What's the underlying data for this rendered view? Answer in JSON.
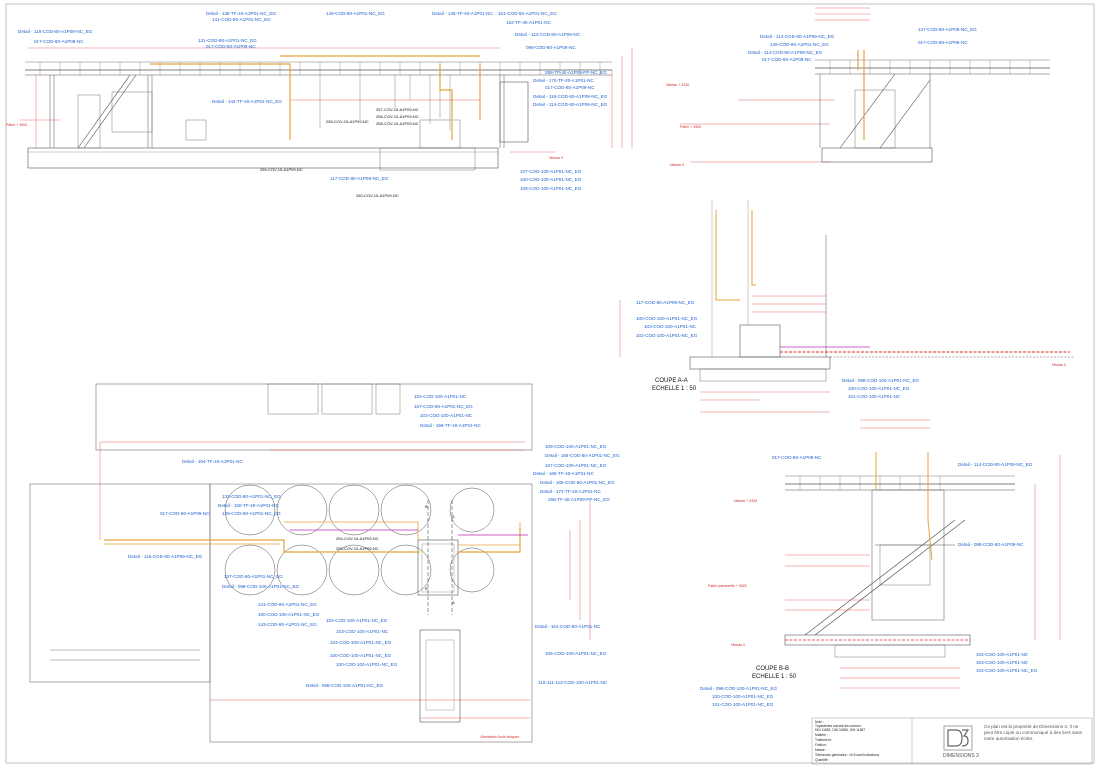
{
  "views": {
    "elevation_left": {
      "callouts_left": [
        "Detail - 118-COD-80-A1P09-NC_EG",
        "017-COD-80-A1P09-NC",
        "Detail - 138-TF-40-A1P01-NC_EG",
        "141-COD-80-A1P01-NC_EG",
        "131-COD-80-A1P01-NC_EG",
        "017-COD-80-A1P09-NC",
        "Detail - 142-TF-40-A1P01-NC_EG",
        "149-COD-80-A1P01-NC_EG"
      ],
      "callouts_top": [
        "Detail - 145-TF-40-A1P01-NC",
        "161-COD-80-A1P01-NC_EG",
        "162-TF-40-A1P01-NC",
        "Detail - 114-COD-80-A1P09-NC",
        "098-COD-80-A1P09-NC"
      ],
      "callouts_right": [
        "268-TF-40-A1P09-PP-NC_EG",
        "Detail - 170-TF-40-A1P01-NC",
        "017-COD-80-A1P09-NC",
        "Detail - 116-COD-80-A1P09-NC_EG",
        "Detail - 114-COD-80-A1P09-NC_EG"
      ],
      "callouts_bottom": [
        "117-COD-80-A1P09-NC_EG",
        "107-COD-100-A1P01-NC_EG",
        "100-COD-100-A1P01-NC_EG",
        "106-COD-100-A1P01-NC_EG"
      ],
      "pipe_tags": [
        "255-COV-15-A1P09-NC",
        "257-COV-15-A1P09-NC",
        "256-COV-15-A1P09-NC",
        "258-COV-15-A1P09-NC",
        "259-COV-15-A1P09-NC",
        "260-COV-15-A1P09-NC"
      ],
      "levels": [
        "Palier + 3500",
        "Niveau 0"
      ]
    },
    "elevation_right": {
      "callouts": [
        "Detail - 114-COD-80-A1P09-NC_EG",
        "149-COD-80-A1P01-NC_EG",
        "Detail - 114-COD-80-A1P09-NC_EG",
        "017-COD-80-A1P09-NC",
        "137-COD-80-A1P09-NC_EG",
        "017-COD-80-A1P09-NC"
      ],
      "levels": [
        "Niveau + 4330",
        "Palier + 3500",
        "Niveau 0"
      ]
    },
    "section_aa": {
      "title": "COUPE A-A",
      "scale": "ECHELLE 1 : 50",
      "callouts": [
        "117-COD-80-A1P09-NC_EG",
        "100-COD-100-A1P01-NC_EG",
        "103-COD-100-A1P01-NC",
        "102-COD-100-A1P01-NC_EG",
        "Detail - 098-COD-100-A1P01-NC_EG",
        "100-COD-100-A1P01-NC_EG",
        "101-COD-100-A1P01-NC"
      ],
      "levels": [
        "Niveau 0"
      ]
    },
    "section_bb": {
      "title": "COUPE B-B",
      "scale": "ECHELLE 1 : 50",
      "callouts": [
        "017-COD-80-A1P09-NC",
        "Detail - 114-COD-80-A1P09-NC_EG",
        "Detail - 098-COD-80-A1P09-NC",
        "102-COD-100-A1P01-NC",
        "103-COD-100-A1P01-NC",
        "104-COD-100-A1P01-NC_EG",
        "Detail - 098-COD-100-A1P01-NC_EG",
        "100-COD-100-A1P01-NC_EG",
        "101-COD-100-A1P01-NC_EG"
      ],
      "levels": [
        "Niveau + 4330",
        "Palier passerelle + 3825",
        "Niveau 0"
      ]
    },
    "plan": {
      "callouts_top": [
        "102-COD-100-A1P01-NC",
        "157-COD-80-A1P01-NC_EG",
        "103-COD-100-A1P01-NC",
        "Detail - 158-TF-40-A1P01-NC"
      ],
      "callouts_left": [
        "Detail - 164-TF-40-A1P01-NC",
        "133-COD-80-A1P01-NC_EG",
        "Detail - 150-TF-40-A1P01-NC",
        "149-COD-80-A1P01-NC_EG",
        "017-COD-80-A1P09-NC",
        "Detail - 116-COD-80-A1P09-NC_EG",
        "137-COD-80-A1P01-NC_EG",
        "Detail - 098-COD-100-A1P01-NC_EG",
        "141-COD-80-A1P01-NC_EG",
        "100-COD-100-A1P01-NC_EG",
        "143-COD-80-A1P01-NC_EG"
      ],
      "callouts_bottom": [
        "102-COD-100-A1P01-NC_EG",
        "103-COD-100-A1P01-NC",
        "104-COD-100-A1P01-NC_EG",
        "100-COD-100-A1P01-NC_EG",
        "100-COD-100-A1P01-NC_EG",
        "Detail - 098-COD-100-A1P01-NC_EG"
      ],
      "callouts_right": [
        "106-COD-100-A1P01-NC_EG",
        "Detail - 168-COD-80-A1P01-NC_EG",
        "107-COD-100-A1P01-NC_EG",
        "Detail - 166-TF-40-A1P01-NC",
        "Detail - 165-COD-80-A1P01-NC_EG",
        "Detail - 172-TF-40-A1P01-NC",
        "268-TF-40-A1P09-PP-NC_EG",
        "Detail - 161-COD-80-A1P01-NC",
        "106-COD-100-A1P01-NC_EG",
        "110-111-112-COD-100-A1P01-NC"
      ],
      "section_marks": [
        "A",
        "A",
        "B",
        "B"
      ],
      "pipe_tags": [
        "254-COV-15-A1P09-NC",
        "253-COV-15-A1P09-NC"
      ],
      "note": "Ulimitation foulé bloquée"
    }
  },
  "title_block": {
    "lines": [
      "Note :",
      "Tuyauteries suivant les normes :",
      "DIN 11852, DIN 11866, DIN 11887",
      "Matière :",
      "Traitement :",
      "Finition :",
      "Masse :",
      "Tolérances générales : ±0.5 sauf indications",
      "Quantité :"
    ],
    "company": "DIMENSIONS 3",
    "notice": "Ce plan est la propriété de Dimensions 3. Il ne peut être copié ou communiqué à des tiers sans notre autorisation écrite."
  },
  "colors": {
    "line": "#5a5a5a",
    "dim": "#d62a2a",
    "pipe": "#e8a33a",
    "label": "#1f5fd1",
    "accent": "#c02ab8"
  }
}
